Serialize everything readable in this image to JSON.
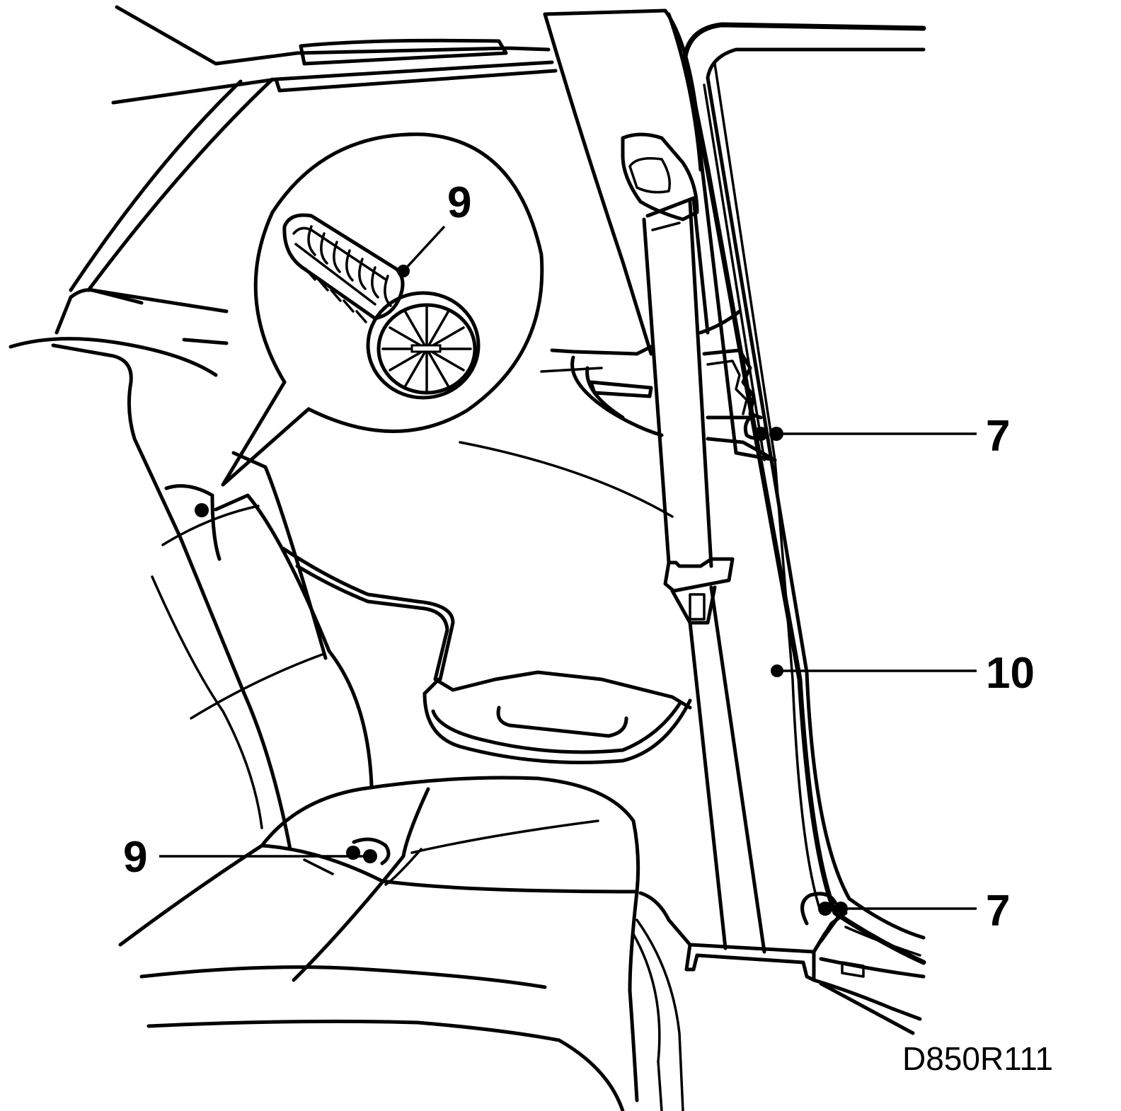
{
  "figure": {
    "callouts": [
      {
        "id": "clip-detail",
        "label": "9"
      },
      {
        "id": "upper-7",
        "label": "7"
      },
      {
        "id": "panel-10",
        "label": "10"
      },
      {
        "id": "lower-9",
        "label": "9"
      },
      {
        "id": "lower-7",
        "label": "7"
      }
    ],
    "drawing_code": "D850R111",
    "stroke_color": "#000000",
    "background_color": "#ffffff"
  }
}
